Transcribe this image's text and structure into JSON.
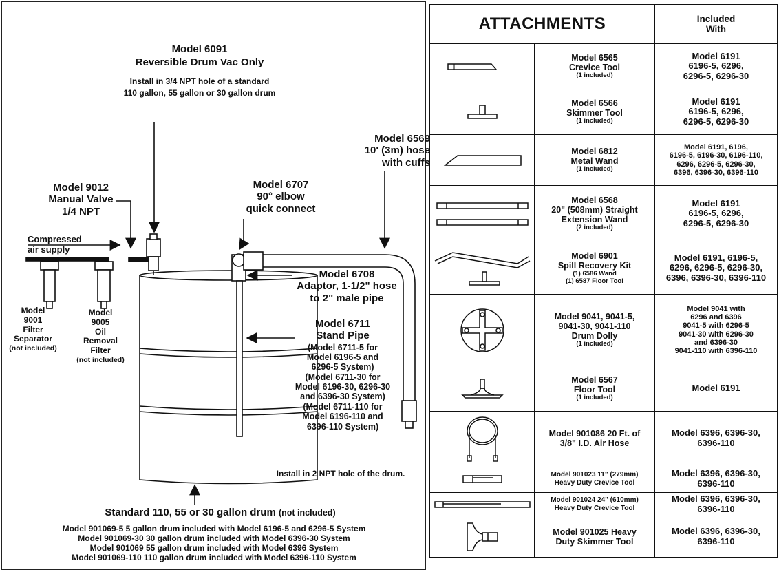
{
  "diagram": {
    "model_6091": {
      "title": "Model 6091",
      "subtitle": "Reversible Drum Vac Only",
      "install_1": "Install in 3/4 NPT hole of a standard",
      "install_2": "110 gallon, 55 gallon or 30 gallon drum"
    },
    "model_6569": [
      "Model 6569",
      "10' (3m) hose",
      "with cuffs"
    ],
    "model_9012": [
      "Model 9012",
      "Manual Valve",
      "1/4 NPT"
    ],
    "model_6707": [
      "Model 6707",
      "90° elbow",
      "quick connect"
    ],
    "compressed_air": [
      "Compressed",
      "air supply"
    ],
    "model_6708": [
      "Model 6708",
      "Adaptor, 1-1/2\" hose",
      "to 2\" male pipe"
    ],
    "model_9001": [
      "Model",
      "9001",
      "Filter",
      "Separator"
    ],
    "model_9001_note": "(not included)",
    "model_9005": [
      "Model",
      "9005",
      "Oil",
      "Removal",
      "Filter"
    ],
    "model_9005_note": "(not included)",
    "model_6711": {
      "title_1": "Model 6711",
      "title_2": "Stand Pipe",
      "notes": [
        "(Model 6711-5 for",
        "Model 6196-5 and",
        "6296-5 System)",
        "(Model 6711-30 for",
        "Model 6196-30, 6296-30",
        "and 6396-30 System)",
        "(Model 6711-110 for",
        "Model 6196-110 and",
        "6396-110 System)"
      ],
      "install": "Install in 2 NPT hole of the drum."
    },
    "drum": {
      "title": "Standard 110, 55 or 30 gallon drum",
      "note": "(not included)",
      "lines": [
        "Model 901069-5 5 gallon drum included with Model 6196-5 and 6296-5 System",
        "Model 901069-30 30 gallon drum included with Model 6396-30 System",
        "Model 901069 55 gallon drum included with Model 6396 System",
        "Model 901069-110 110 gallon drum included with Model 6396-110 System"
      ]
    }
  },
  "attachments": {
    "header": "ATTACHMENTS",
    "included_header": [
      "Included",
      "With"
    ],
    "rows": [
      {
        "icon": "crevice-tool-icon",
        "name": [
          "Model 6565",
          "Crevice Tool"
        ],
        "sub": [
          "(1 included)"
        ],
        "included": [
          "Model 6191",
          "6196-5, 6296,",
          "6296-5, 6296-30"
        ]
      },
      {
        "icon": "skimmer-tool-icon",
        "name": [
          "Model 6566",
          "Skimmer Tool"
        ],
        "sub": [
          "(1 included)"
        ],
        "included": [
          "Model 6191",
          "6196-5, 6296,",
          "6296-5, 6296-30"
        ]
      },
      {
        "icon": "metal-wand-icon",
        "name": [
          "Model 6812",
          "Metal Wand"
        ],
        "sub": [
          "(1 included)"
        ],
        "included": [
          "Model 6191, 6196,",
          "6196-5, 6196-30, 6196-110,",
          "6296, 6296-5, 6296-30,",
          "6396, 6396-30, 6396-110"
        ]
      },
      {
        "icon": "extension-wand-icon",
        "name": [
          "Model 6568",
          "20\" (508mm) Straight",
          "Extension Wand"
        ],
        "sub": [
          "(2 included)"
        ],
        "included": [
          "Model 6191",
          "6196-5, 6296,",
          "6296-5, 6296-30"
        ]
      },
      {
        "icon": "spill-kit-icon",
        "name": [
          "Model 6901",
          "Spill Recovery Kit"
        ],
        "sub": [
          "(1) 6586 Wand",
          "(1) 6587 Floor Tool"
        ],
        "included": [
          "Model 6191, 6196-5,",
          "6296, 6296-5, 6296-30,",
          "6396, 6396-30, 6396-110"
        ]
      },
      {
        "icon": "drum-dolly-icon",
        "name": [
          "Model 9041, 9041-5,",
          "9041-30, 9041-110",
          "Drum Dolly"
        ],
        "sub": [
          "(1 included)"
        ],
        "included": [
          "Model 9041 with",
          "6296 and 6396",
          "9041-5 with 6296-5",
          "9041-30 with 6296-30",
          "and 6396-30",
          "9041-110 with 6396-110"
        ]
      },
      {
        "icon": "floor-tool-icon",
        "name": [
          "Model 6567",
          "Floor Tool"
        ],
        "sub": [
          "(1 included)"
        ],
        "included": [
          "Model 6191"
        ]
      },
      {
        "icon": "air-hose-icon",
        "name": [
          "Model 901086 20 Ft. of",
          "3/8\" I.D. Air Hose"
        ],
        "sub": [],
        "included": [
          "Model 6396, 6396-30,",
          "6396-110"
        ]
      },
      {
        "icon": "hd-crevice-11-icon",
        "name": [
          "Model 901023 11\" (279mm)",
          "Heavy Duty Crevice Tool"
        ],
        "sub": [],
        "included": [
          "Model 6396, 6396-30,",
          "6396-110"
        ]
      },
      {
        "icon": "hd-crevice-24-icon",
        "name": [
          "Model 901024 24\" (610mm)",
          "Heavy Duty Crevice Tool"
        ],
        "sub": [],
        "included": [
          "Model 6396, 6396-30,",
          "6396-110"
        ]
      },
      {
        "icon": "hd-skimmer-icon",
        "name": [
          "Model 901025 Heavy",
          "Duty Skimmer Tool"
        ],
        "sub": [],
        "included": [
          "Model 6396, 6396-30,",
          "6396-110"
        ]
      }
    ]
  }
}
